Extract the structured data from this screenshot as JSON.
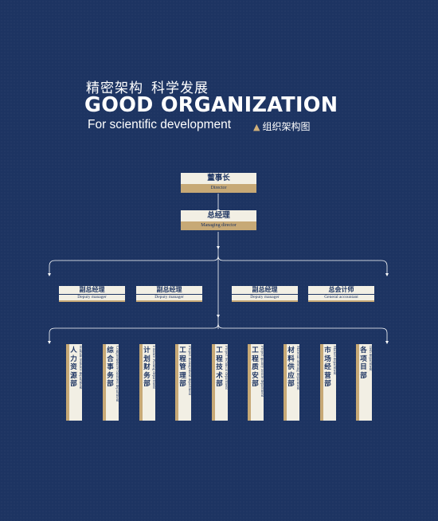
{
  "header": {
    "title_cn_1": "精密架构",
    "title_cn_2": "科学发展",
    "title_en": "GOOD ORGANIZATION",
    "subtitle_en": "For scientific development",
    "tag_cn": "组织架构图"
  },
  "chart": {
    "director": {
      "cn": "董事长",
      "en": "Director"
    },
    "managing_director": {
      "cn": "总经理",
      "en": "Managing director"
    },
    "managers": [
      {
        "cn": "副总经理",
        "en": "Deputy manager"
      },
      {
        "cn": "副总经理",
        "en": "Deputy manager"
      },
      {
        "cn": "副总经理",
        "en": "Deputy manager"
      },
      {
        "cn": "总会计师",
        "en": "General accountant"
      }
    ],
    "departments": [
      {
        "cn": "人力资源部",
        "en": "Human resource department"
      },
      {
        "cn": "综合事务部",
        "en": "Comprehensive business department"
      },
      {
        "cn": "计划财务部",
        "en": "Finance Planing department"
      },
      {
        "cn": "工程管理部",
        "en": "Project management department"
      },
      {
        "cn": "工程技术部",
        "en": "Project technical department"
      },
      {
        "cn": "工程质安部",
        "en": "Project quality assure department"
      },
      {
        "cn": "材料供应部",
        "en": "Material offering department"
      },
      {
        "cn": "市场经营部",
        "en": "Market department"
      },
      {
        "cn": "各项目部",
        "en": "Item department"
      }
    ]
  },
  "colors": {
    "background": "#1d3462",
    "cream": "#f2efe4",
    "gold": "#c7a976"
  }
}
